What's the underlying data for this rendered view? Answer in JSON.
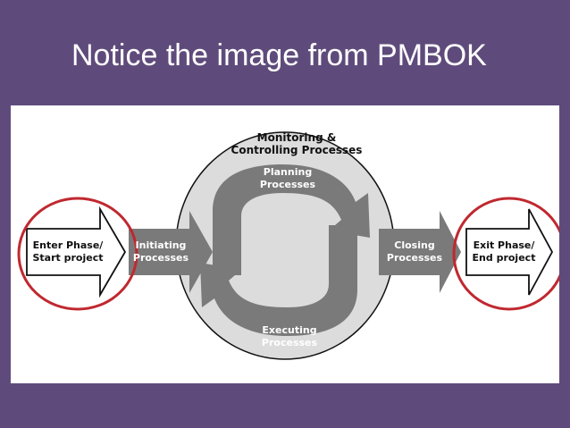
{
  "slide": {
    "title": "Notice the image from PMBOK"
  },
  "diagram": {
    "monitoring": {
      "line1": "Monitoring &",
      "line2": "Controlling Processes"
    },
    "planning": {
      "line1": "Planning",
      "line2": "Processes"
    },
    "executing": {
      "line1": "Executing",
      "line2": "Processes"
    },
    "initiating": {
      "line1": "Initiating",
      "line2": "Processes"
    },
    "closing": {
      "line1": "Closing",
      "line2": "Processes"
    },
    "enter": {
      "line1": "Enter Phase/",
      "line2": "Start project"
    },
    "exit": {
      "line1": "Exit Phase/",
      "line2": "End project"
    }
  },
  "colors": {
    "background": "#5f4b7b",
    "panel": "#ffffff",
    "circle_fill": "#dcdcdc",
    "arrow_fill": "#7a7a7a",
    "highlight": "#c0282f"
  }
}
